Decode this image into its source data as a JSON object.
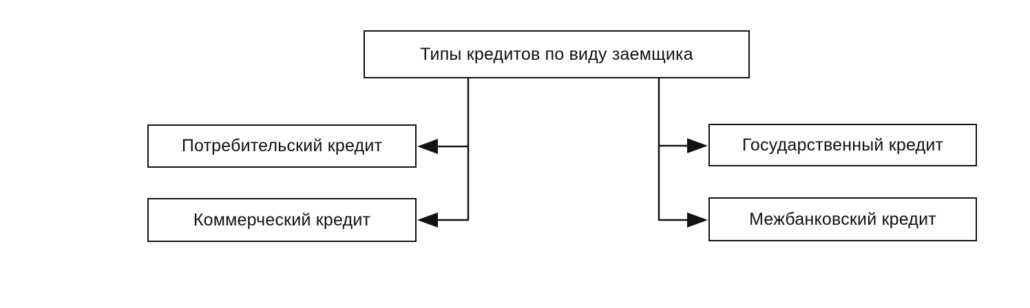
{
  "diagram": {
    "root": {
      "label": "Типы кредитов по виду заемщика"
    },
    "left_branch": [
      {
        "label": "Потребительский кредит"
      },
      {
        "label": "Коммерческий кредит"
      }
    ],
    "right_branch": [
      {
        "label": "Государственный кредит"
      },
      {
        "label": "Межбанковский кредит"
      }
    ],
    "colors": {
      "line": "#111111",
      "background": "#ffffff"
    }
  }
}
